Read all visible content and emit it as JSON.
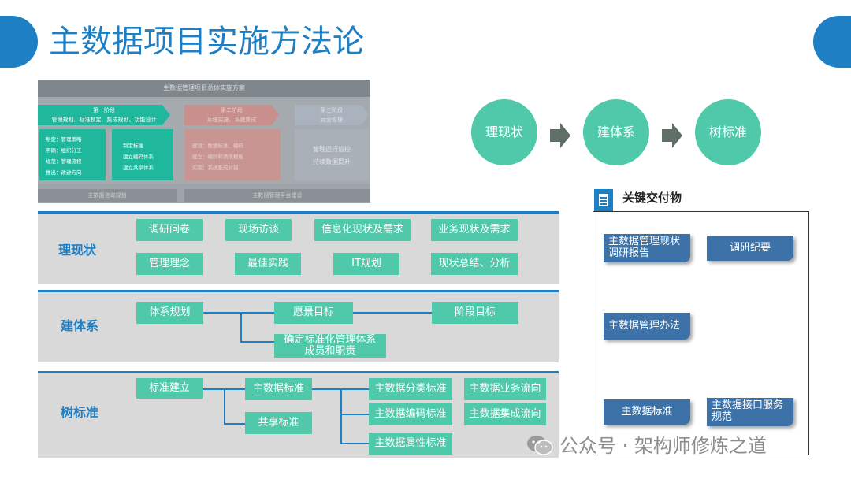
{
  "page": {
    "title": "主数据项目实施方法论"
  },
  "inset": {
    "header": "主数据管理项目总体实施方案",
    "phase1_title": "第一阶段",
    "phase1_desc": "管理规划、标准制定、集成规划、功能设计",
    "phase2_title": "第二阶段",
    "phase2_desc": "系统实施、系统集成",
    "phase3_title": "第三阶段",
    "phase3_desc": "运营管理",
    "box_a": [
      "制定：管理策略",
      "明确：组织分工",
      "规范：管理流程",
      "推出：改进方向"
    ],
    "box_b": [
      "制定标准",
      "建立编码体系",
      "建立共享体系"
    ],
    "box_c": [
      "建设：数据标准、编码",
      "建立：编码和清洗模板",
      "实现：系统集成对接"
    ],
    "box_d": [
      "管理运行监控",
      "持续数据提升"
    ],
    "foot_a": "主数据咨询规划",
    "foot_b": "主数据管理平台建设"
  },
  "flow": {
    "step1": "理现状",
    "step2": "建体系",
    "step3": "树标准"
  },
  "section1": {
    "label": "理现状",
    "items": [
      "调研问卷",
      "现场访谈",
      "信息化现状及需求",
      "业务现状及需求",
      "管理理念",
      "最佳实践",
      "IT规划",
      "现状总结、分析"
    ]
  },
  "section2": {
    "label": "建体系",
    "plan": "体系规划",
    "vision": "愿景目标",
    "stage": "阶段目标",
    "org_line1": "确定标准化管理体系",
    "org_line2": "成员和职责"
  },
  "section3": {
    "label": "树标准",
    "establish": "标准建立",
    "md_std": "主数据标准",
    "share_std": "共享标准",
    "classify": "主数据分类标准",
    "encode": "主数据编码标准",
    "attr": "主数据属性标准",
    "biz_flow": "主数据业务流向",
    "int_flow": "主数据集成流向"
  },
  "deliverables": {
    "title": "关键交付物",
    "d1_line1": "主数据管理现状",
    "d1_line2": "调研报告",
    "d2": "调研纪要",
    "d3": "主数据管理办法",
    "d4": "主数据标准",
    "d5_line1": "主数据接口服务",
    "d5_line2": "规范"
  },
  "watermark": "公众号 · 架构师修炼之道"
}
